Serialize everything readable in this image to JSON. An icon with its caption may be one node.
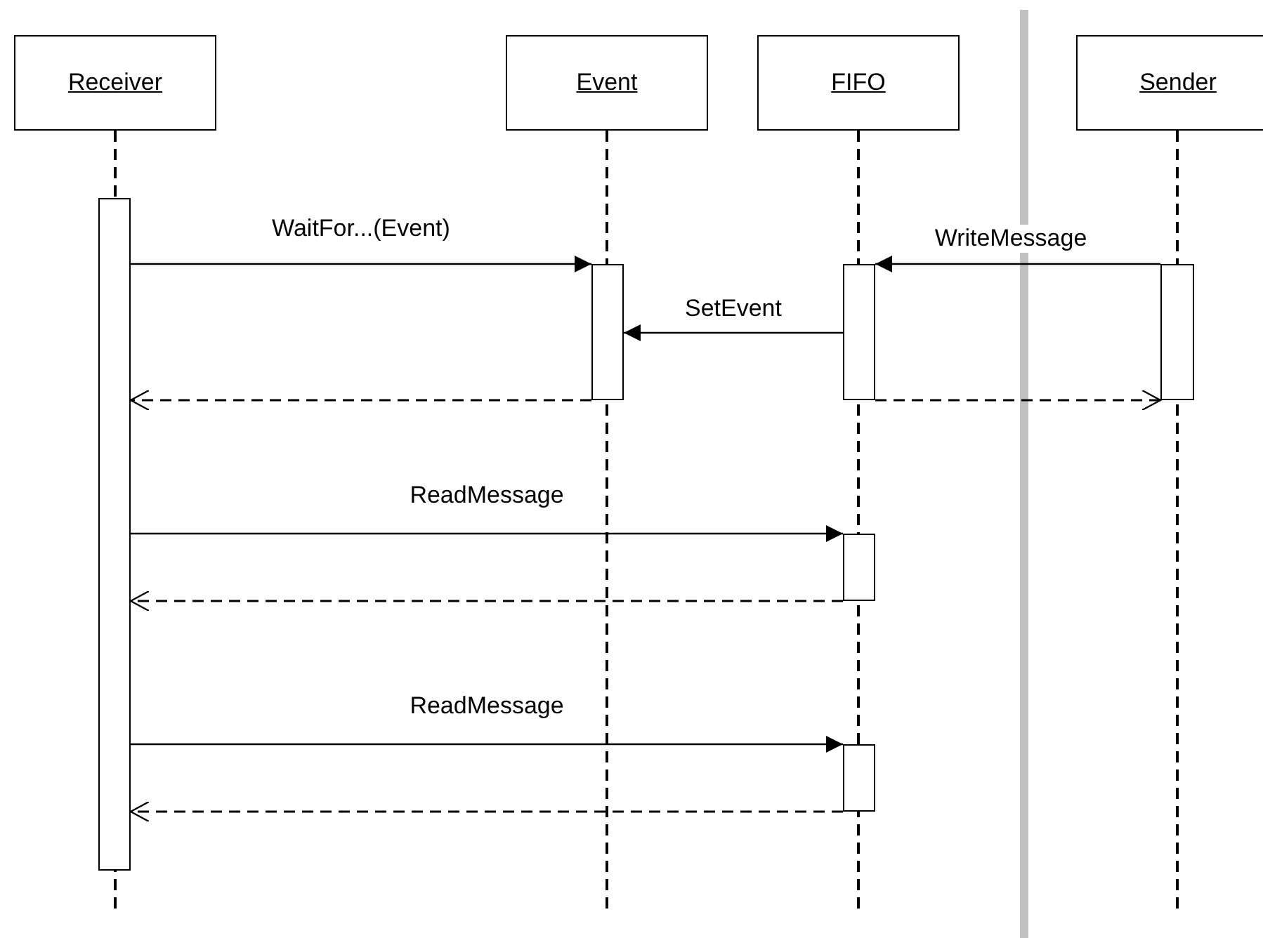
{
  "diagram": {
    "nodes": [
      {
        "text": [
          "Receiver"
        ]
      },
      {
        "text": [
          "Event"
        ]
      },
      {
        "text": [
          "FIFO"
        ]
      },
      {
        "text": [
          "Sender"
        ]
      },
      {
        "text": [],
        "shape": "bar"
      },
      {
        "text": [],
        "shape": "bar"
      },
      {
        "text": [],
        "shape": "bar"
      },
      {
        "text": [],
        "shape": "bar"
      },
      {
        "text": [],
        "shape": "bar"
      },
      {
        "text": [],
        "shape": "bar"
      }
    ],
    "edges": [
      {
        "from": 4,
        "to": 5,
        "arrow": "to",
        "label": "WaitFor...(Event)"
      },
      {
        "from": 7,
        "to": 6,
        "arrow": "to",
        "label": "WriteMessage"
      },
      {
        "from": 6,
        "to": 5,
        "arrow": "to",
        "label": "SetEvent"
      },
      {
        "from": 5,
        "to": 4,
        "arrow": "to",
        "style": "dashed"
      },
      {
        "from": 6,
        "to": 7,
        "arrow": "to",
        "style": "dashed"
      },
      {
        "from": 4,
        "to": 8,
        "arrow": "to",
        "label": "ReadMessage"
      },
      {
        "from": 8,
        "to": 4,
        "arrow": "to",
        "style": "dashed"
      },
      {
        "from": 4,
        "to": 9,
        "arrow": "to",
        "label": "ReadMessage"
      },
      {
        "from": 9,
        "to": 4,
        "arrow": "to",
        "style": "dashed"
      }
    ]
  }
}
